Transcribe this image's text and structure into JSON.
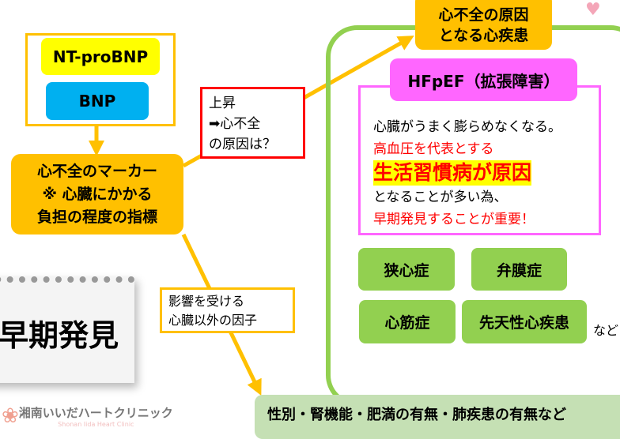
{
  "markers": {
    "nt_probnp": "NT-proBNP",
    "bnp": "BNP"
  },
  "marker_box": {
    "line1": "心不全のマーカー",
    "line2": "※ 心臓にかかる",
    "line3": "負担の程度の指標"
  },
  "rise_box": {
    "line1": "上昇",
    "line2": "➡心不全",
    "line3": "の原因は？"
  },
  "cause_box": {
    "line1": "心不全の原因",
    "line2": "となる心疾患"
  },
  "hfpef": {
    "title": "HFpEF（拡張障害）",
    "line1": "心臓がうまく膨らめなくなる。",
    "line2": "高血圧を代表とする",
    "line3": "生活習慣病が原因",
    "line4": "となることが多い為、",
    "line5": "早期発見することが重要！"
  },
  "diseases": [
    "狭心症",
    "弁膜症",
    "心筋症",
    "先天性心疾患"
  ],
  "etc": "など",
  "influence_box": {
    "line1": "影響を受ける",
    "line2": "心臓以外の因子"
  },
  "factors": "性別・腎機能・肥満の有無・肺疾患の有無など",
  "calendar": "早期発見",
  "logo": {
    "name": "湘南いいだハートクリニック",
    "sub": "Shonan Iida Heart Clinic"
  },
  "colors": {
    "orange": "#ffc000",
    "green": "#92d050",
    "magenta": "#ff66ff",
    "red": "#ff0000",
    "cyan": "#00b0f0",
    "yellow": "#ffff00"
  }
}
